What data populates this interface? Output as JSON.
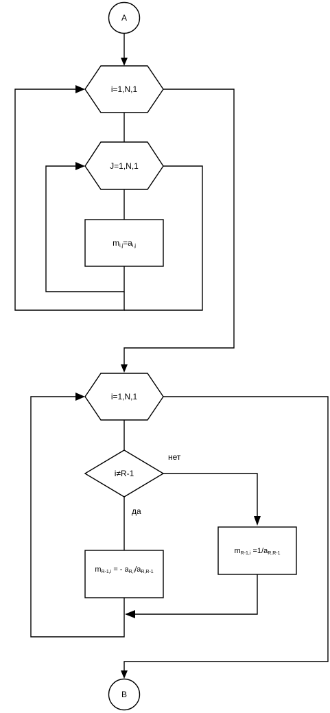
{
  "connectors": {
    "start": "A",
    "end": "B"
  },
  "loops": {
    "outer_copy": "i=1,N,1",
    "inner_copy": "J=1,N,1",
    "second": "i=1,N,1"
  },
  "blocks": {
    "copy_main": "m",
    "copy_main_sub": "i,j",
    "copy_eq": "=a",
    "copy_eq_sub": "i,j",
    "else_m": "m",
    "else_m_sub": "R-1,i",
    "else_rest": " =1/a",
    "else_rest_sub": "R,R-1",
    "then_m": "m",
    "then_m_sub": "R-1,i",
    "then_rest": " = - a",
    "then_rest_sub": "R,i",
    "then_div": "/a",
    "then_div_sub": "R,R-1"
  },
  "decision": {
    "condition": "i≠R-1",
    "no_label": "нет",
    "yes_label": "да"
  }
}
